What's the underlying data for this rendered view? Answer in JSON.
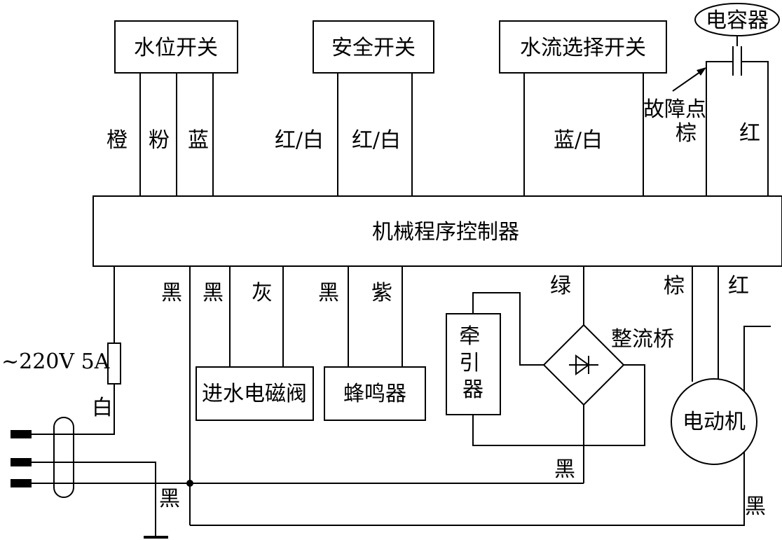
{
  "labels": {
    "water_level_switch": "水位开关",
    "safety_switch": "安全开关",
    "flow_select_switch": "水流选择开关",
    "capacitor": "电容器",
    "controller": "机械程序控制器",
    "inlet_valve": "进水电磁阀",
    "buzzer": "蜂鸣器",
    "tractor": "牵\n引\n器",
    "rectifier": "整流桥",
    "motor": "电动机",
    "fault_point": "故障点",
    "power": "~220V 5A"
  },
  "wires": {
    "orange": "橙",
    "pink": "粉",
    "blue": "蓝",
    "red_white_1": "红/白",
    "red_white_2": "红/白",
    "blue_white": "蓝/白",
    "brown_top": "棕",
    "red_top": "红",
    "black_1": "黑",
    "black_2": "黑",
    "grey": "灰",
    "black_3": "黑",
    "purple": "紫",
    "green": "绿",
    "brown_bottom": "棕",
    "red_bottom": "红",
    "white": "白",
    "black_ground": "黑",
    "black_rectifier": "黑",
    "black_motor": "黑"
  }
}
